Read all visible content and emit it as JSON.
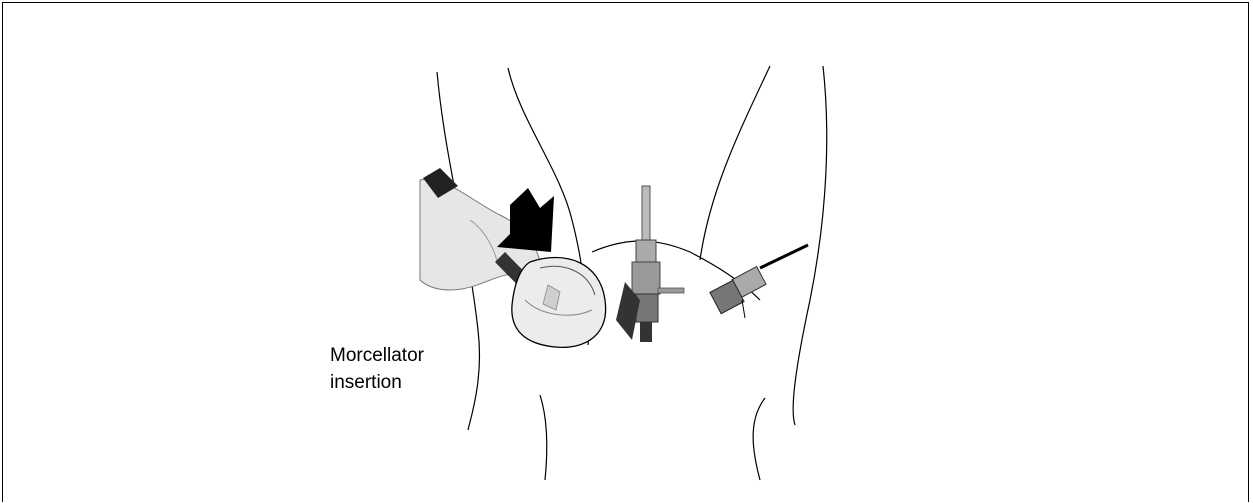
{
  "caption": {
    "line1": "Morcellator",
    "line2": "insertion"
  },
  "colors": {
    "outline": "#000000",
    "device_light": "#d9d9d9",
    "device_dark": "#222222",
    "bag_fill": "#ececec"
  },
  "icons": {
    "arrow": "insertion-direction-arrow"
  }
}
